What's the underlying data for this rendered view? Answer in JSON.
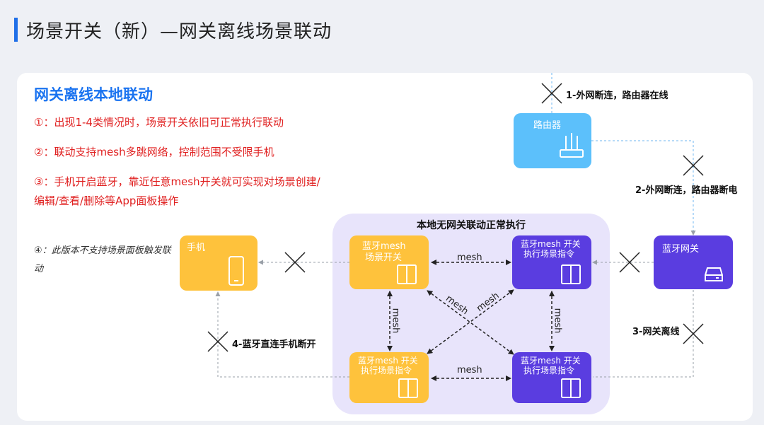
{
  "page_title": "场景开关（新）—网关离线场景联动",
  "heading": "网关离线本地联动",
  "notes": {
    "n1": "①：出现1-4类情况时，场景开关依旧可正常执行联动",
    "n2": "②：联动支持mesh多跳网络，控制范围不受限手机",
    "n3a": "③：手机开启蓝牙，靠近任意mesh开关就可实现对场景创建/",
    "n3b": "编辑/查看/删除等App面板操作",
    "n4": "④：此版本不支持场景面板触发联动"
  },
  "zone_title": "本地无网关联动正常执行",
  "nodes": {
    "router": "路由器",
    "gateway": "蓝牙网关",
    "phone": "手机",
    "scene_switch_line1": "蓝牙mesh",
    "scene_switch_line2": "场景开关",
    "exec_tr_line1": "蓝牙mesh 开关",
    "exec_tr_line2": "执行场景指令",
    "exec_bl_line1": "蓝牙mesh 开关",
    "exec_bl_line2": "执行场景指令",
    "exec_br_line1": "蓝牙mesh 开关",
    "exec_br_line2": "执行场景指令"
  },
  "conditions": {
    "c1": "1-外网断连，路由器在线",
    "c2": "2-外网断连，路由器断电",
    "c3": "3-网关离线",
    "c4": "4-蓝牙直连手机断开"
  },
  "links": {
    "top": "mesh",
    "bottom": "mesh",
    "left": "mesh",
    "right": "mesh",
    "diag1": "mesh",
    "diag2": "mesh"
  },
  "colors": {
    "router": "#5cc0fb",
    "gateway": "#5a3de0",
    "phone": "#fec23c",
    "yellow": "#fec23c",
    "purple": "#5a3de0"
  }
}
